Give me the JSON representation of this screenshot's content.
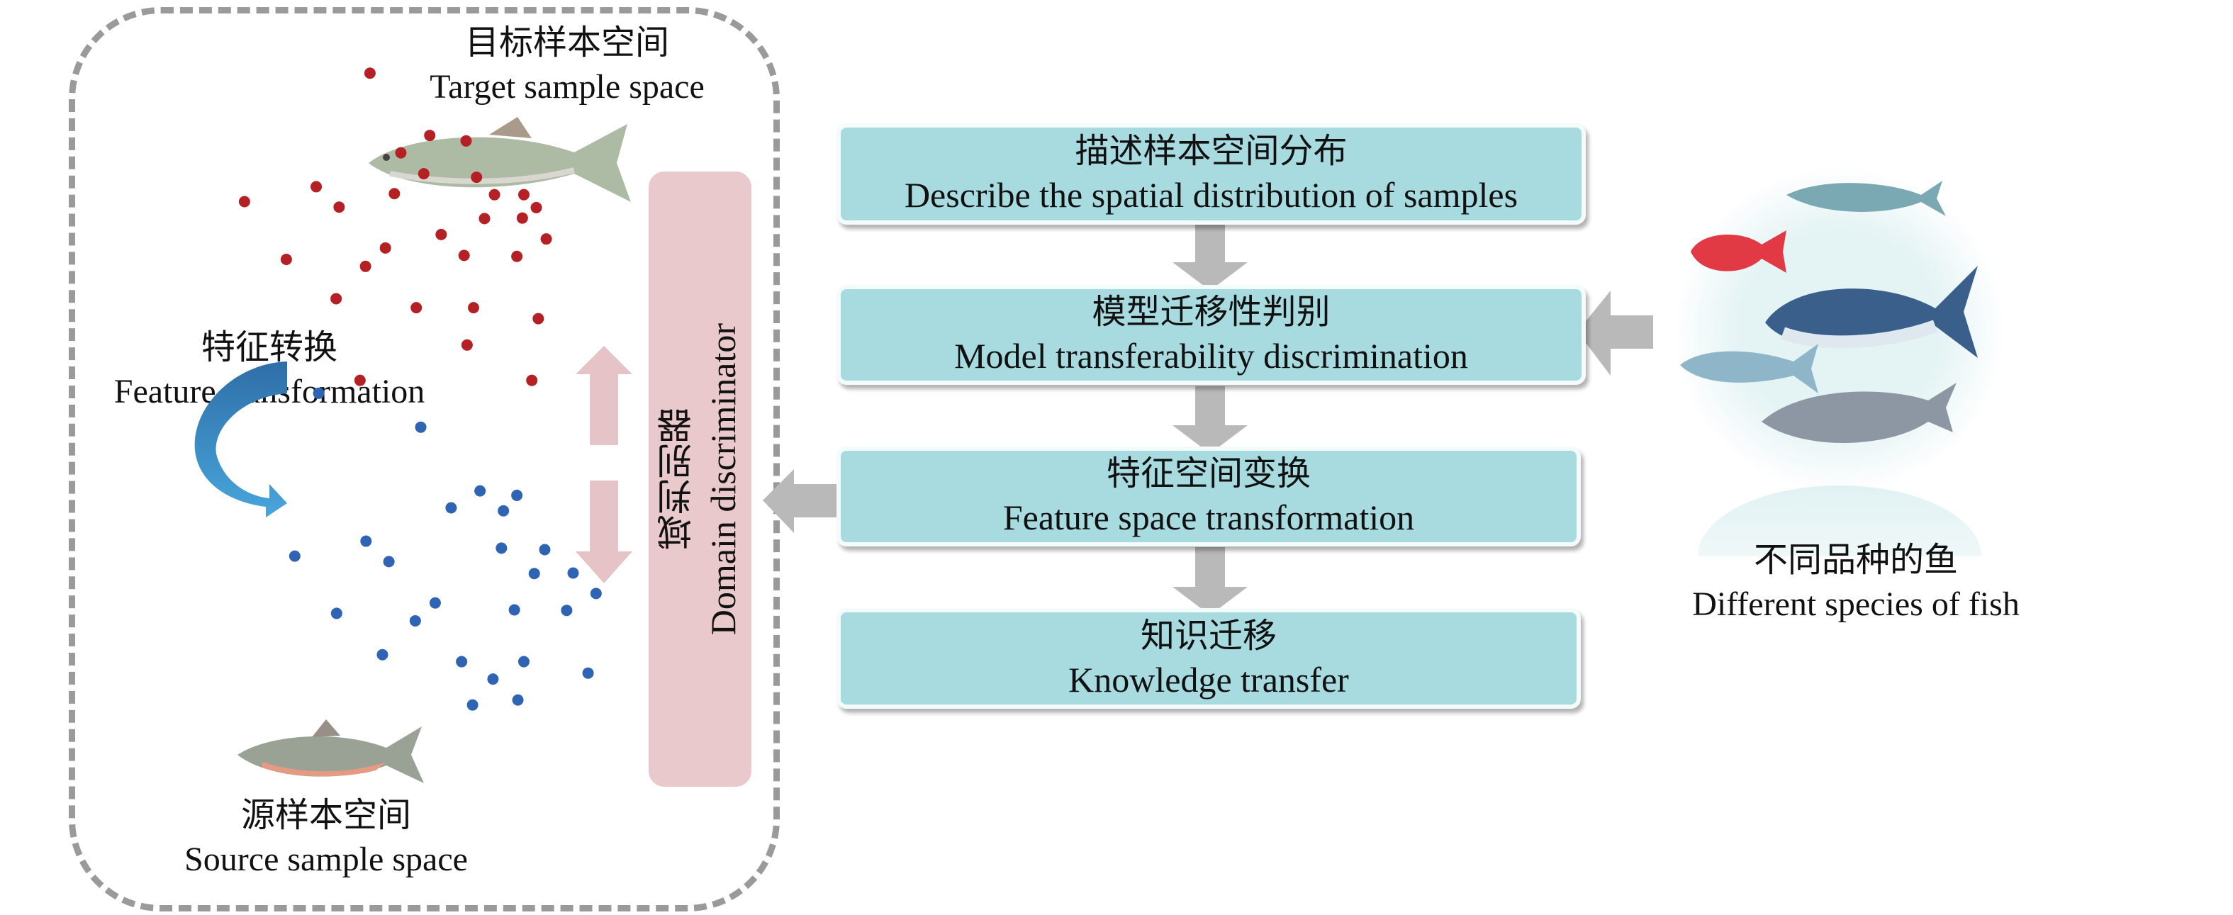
{
  "left_panel": {
    "target_space": {
      "zh": "目标样本空间",
      "en": "Target sample space"
    },
    "feature_transformation": {
      "zh": "特征转换",
      "en": "Feature transformation"
    },
    "source_space": {
      "zh": "源样本空间",
      "en": "Source sample space"
    },
    "domain_discriminator": {
      "zh": "域判别器",
      "en": "Domain discriminator"
    },
    "colors": {
      "target_points": "#b52025",
      "source_points": "#2f63b3",
      "discriminator": "#e9c9cc",
      "transform_arrow": "#3a87c4"
    }
  },
  "flow": {
    "steps": [
      {
        "zh": "描述样本空间分布",
        "en": "Describe the spatial distribution of samples"
      },
      {
        "zh": "模型迁移性判别",
        "en": "Model transferability discrimination"
      },
      {
        "zh": "特征空间变换",
        "en": "Feature space transformation"
      },
      {
        "zh": "知识迁移",
        "en": "Knowledge transfer"
      }
    ],
    "colors": {
      "box": "#a8dbe0",
      "arrow": "#b8b8b8"
    }
  },
  "fish_species": {
    "zh": "不同品种的鱼",
    "en": "Different species of fish"
  }
}
